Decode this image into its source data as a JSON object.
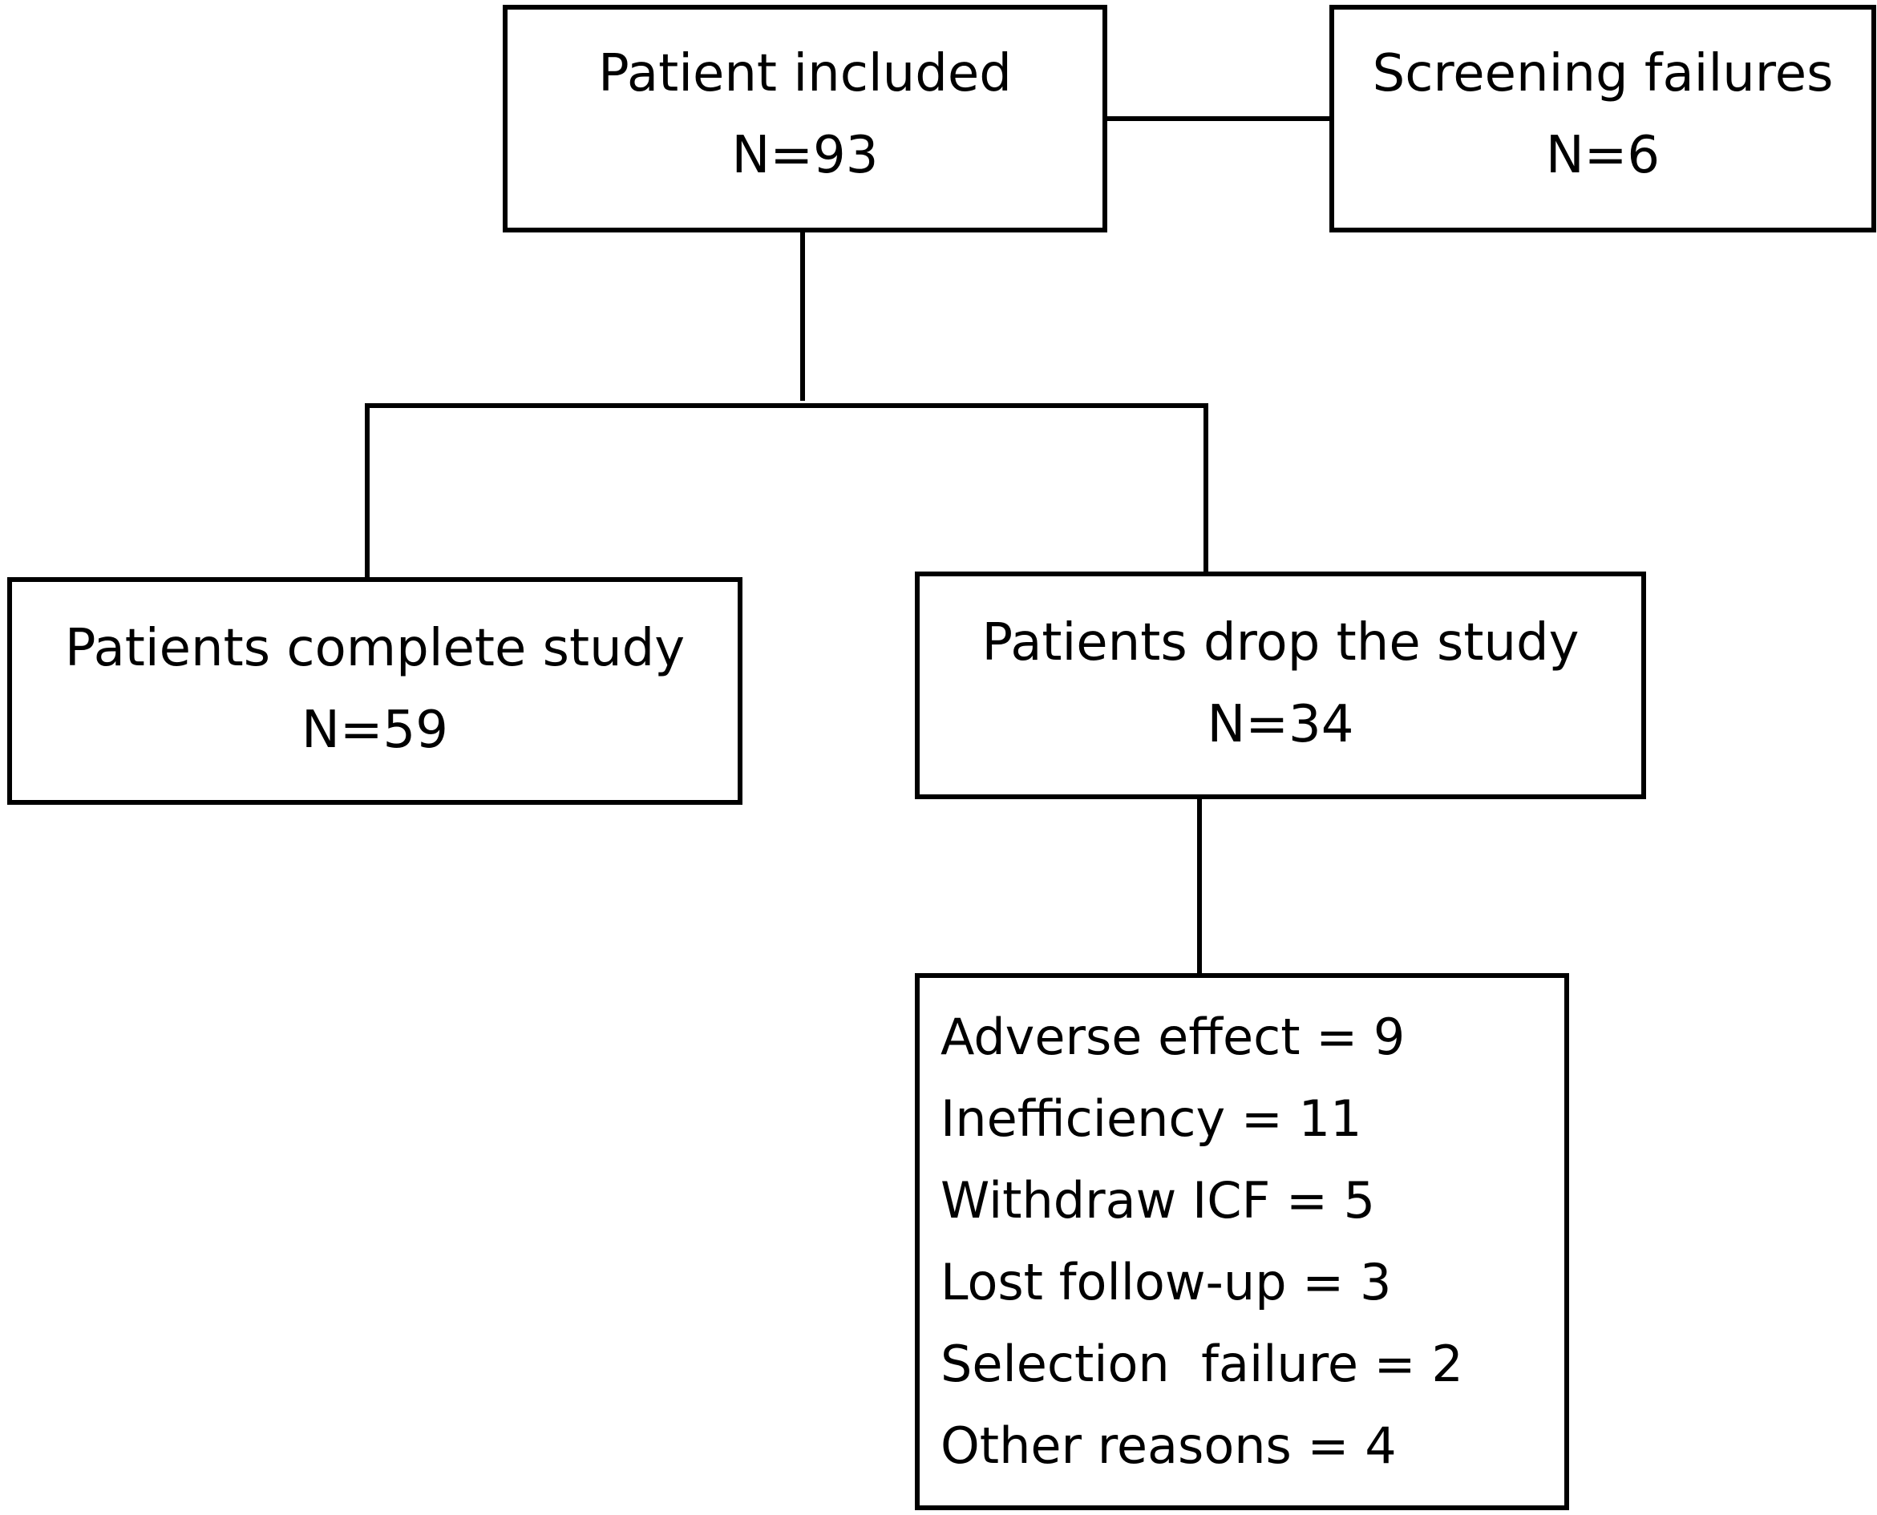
{
  "nodes": {
    "patient_included": {
      "label": "Patient included",
      "count": "N=93"
    },
    "screening_failures": {
      "label": "Screening failures",
      "count": "N=6"
    },
    "patients_complete": {
      "label": "Patients complete study",
      "count": "N=59"
    },
    "patients_drop": {
      "label": "Patients drop the study",
      "count": "N=34"
    }
  },
  "drop_reasons": [
    "Adverse effect = 9",
    "Inefficiency = 11",
    "Withdraw ICF = 5",
    "Lost follow-up = 3",
    "Selection  failure = 2",
    "Other reasons = 4"
  ],
  "colors": {
    "line": "#000000",
    "background": "#ffffff"
  }
}
